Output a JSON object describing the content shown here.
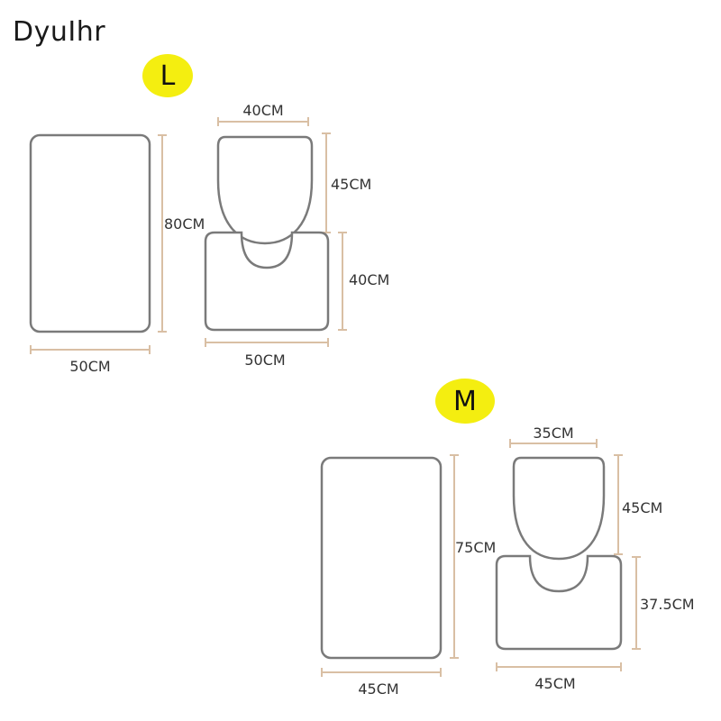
{
  "brand": "DyuIhr",
  "sets": [
    {
      "size_label": "L",
      "bath_mat": {
        "width": "50CM",
        "height": "80CM"
      },
      "lid_cover": {
        "width": "40CM",
        "height": "45CM"
      },
      "contour_mat": {
        "width": "50CM",
        "height": "40CM"
      }
    },
    {
      "size_label": "M",
      "bath_mat": {
        "width": "45CM",
        "height": "75CM"
      },
      "lid_cover": {
        "width": "35CM",
        "height": "45CM"
      },
      "contour_mat": {
        "width": "45CM",
        "height": "37.5CM"
      }
    }
  ],
  "colors": {
    "badge": "#f4ee10",
    "outline": "#7a7a7a",
    "dimension_line": "#d9bfa4"
  }
}
